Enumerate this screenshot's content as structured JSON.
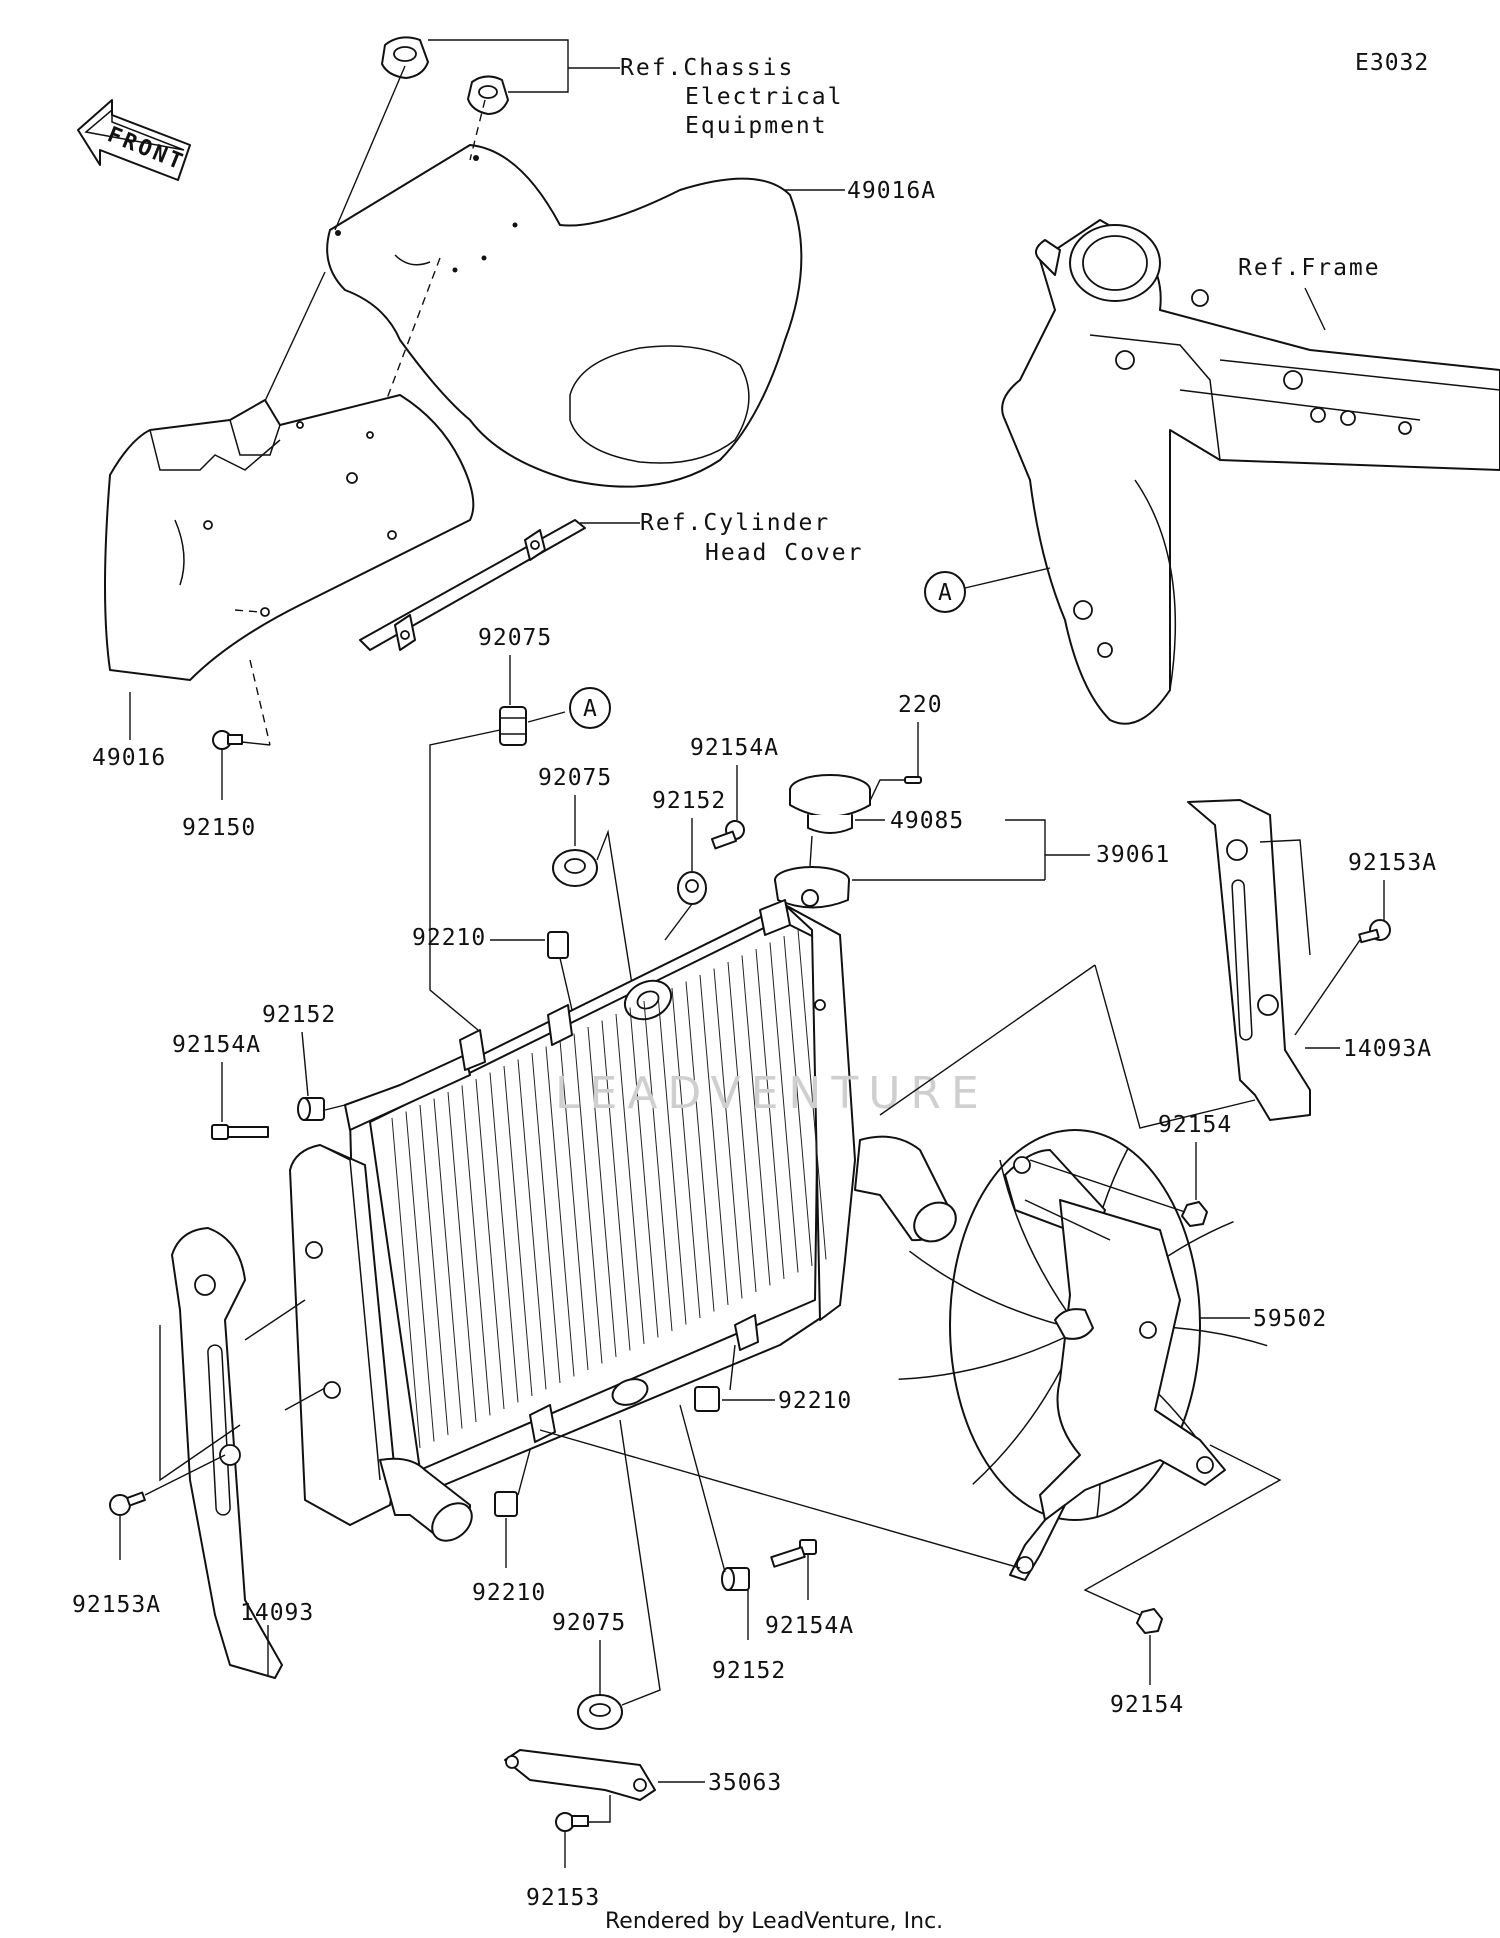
{
  "diagram_code": "E3032",
  "front_arrow_text": "FRONT",
  "watermark": "LEADVENTURE",
  "footer": "Rendered by LeadVenture, Inc.",
  "refs": {
    "chassis": [
      "Ref.Chassis",
      "Electrical",
      "Equipment"
    ],
    "frame": "Ref.Frame",
    "cylinder": [
      "Ref.Cylinder",
      "Head Cover"
    ]
  },
  "callout_a": "A",
  "part_labels": [
    "49016A",
    "49016",
    "92150",
    "92075",
    "92075",
    "92075",
    "92154A",
    "92154A",
    "92154A",
    "220",
    "49085",
    "39061",
    "92152",
    "92152",
    "92152",
    "92210",
    "92210",
    "92210",
    "92153A",
    "92153A",
    "14093A",
    "14093",
    "92154",
    "92154",
    "59502",
    "35063",
    "92153"
  ]
}
